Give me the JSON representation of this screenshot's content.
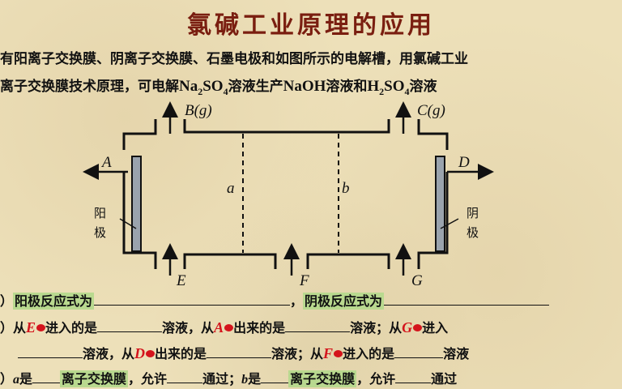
{
  "title": "氯碱工业原理的应用",
  "intro": {
    "line1": "有阳离子交换膜、阴离子交换膜、石墨电极和如图所示的电解槽，用氯碱工业",
    "line2_pre": "离子交换膜技术原理，可电解",
    "chem1_base": "Na",
    "chem1_sub1": "2",
    "chem1_mid": "SO",
    "chem1_sub2": "4",
    "line2_mid1": "溶液生产",
    "chem2": "NaOH",
    "line2_mid2": "溶液和",
    "chem3_base": "H",
    "chem3_sub1": "2",
    "chem3_mid": "SO",
    "chem3_sub2": "4",
    "line2_end": "溶液"
  },
  "diagram": {
    "label_B": "B(g)",
    "label_C": "C(g)",
    "label_A": "A",
    "label_D": "D",
    "label_a": "a",
    "label_b": "b",
    "label_E": "E",
    "label_F": "F",
    "label_G": "G",
    "anode_char1": "阳",
    "anode_char2": "极",
    "cathode_char1": "阴",
    "cathode_char2": "极",
    "colors": {
      "electrode": "#9aa3ad",
      "line": "#111111"
    }
  },
  "questions": {
    "q1_prefix": "）",
    "q1_anode": "阳极反应式为",
    "q1_comma": "，",
    "q1_cathode": "阴极反应式为",
    "q2_prefix": "）从",
    "q2_tag1": "E",
    "q2_t1": "进入的是",
    "q2_t2": "溶液，从",
    "q2_tag2": "A",
    "q2_t3": "出来的是",
    "q2_t4": "溶液；从",
    "q2_tag3": "G",
    "q2_t5": "进入",
    "q3_t1": "溶液，从",
    "q3_tag1": "D",
    "q3_t2": "出来的是",
    "q3_t3": "溶液；从",
    "q3_tag2": "F",
    "q3_t4": "进入的是",
    "q3_t5": "溶液",
    "q4_prefix": "）",
    "q4_a": "a",
    "q4_t1": "是",
    "q4_hl1": "离子交换膜",
    "q4_t2": "，允许",
    "q4_t3": "通过；",
    "q4_b": "b",
    "q4_t4": "是",
    "q4_hl2": "离子交换膜",
    "q4_t5": "，允许",
    "q4_t6": "通过"
  }
}
